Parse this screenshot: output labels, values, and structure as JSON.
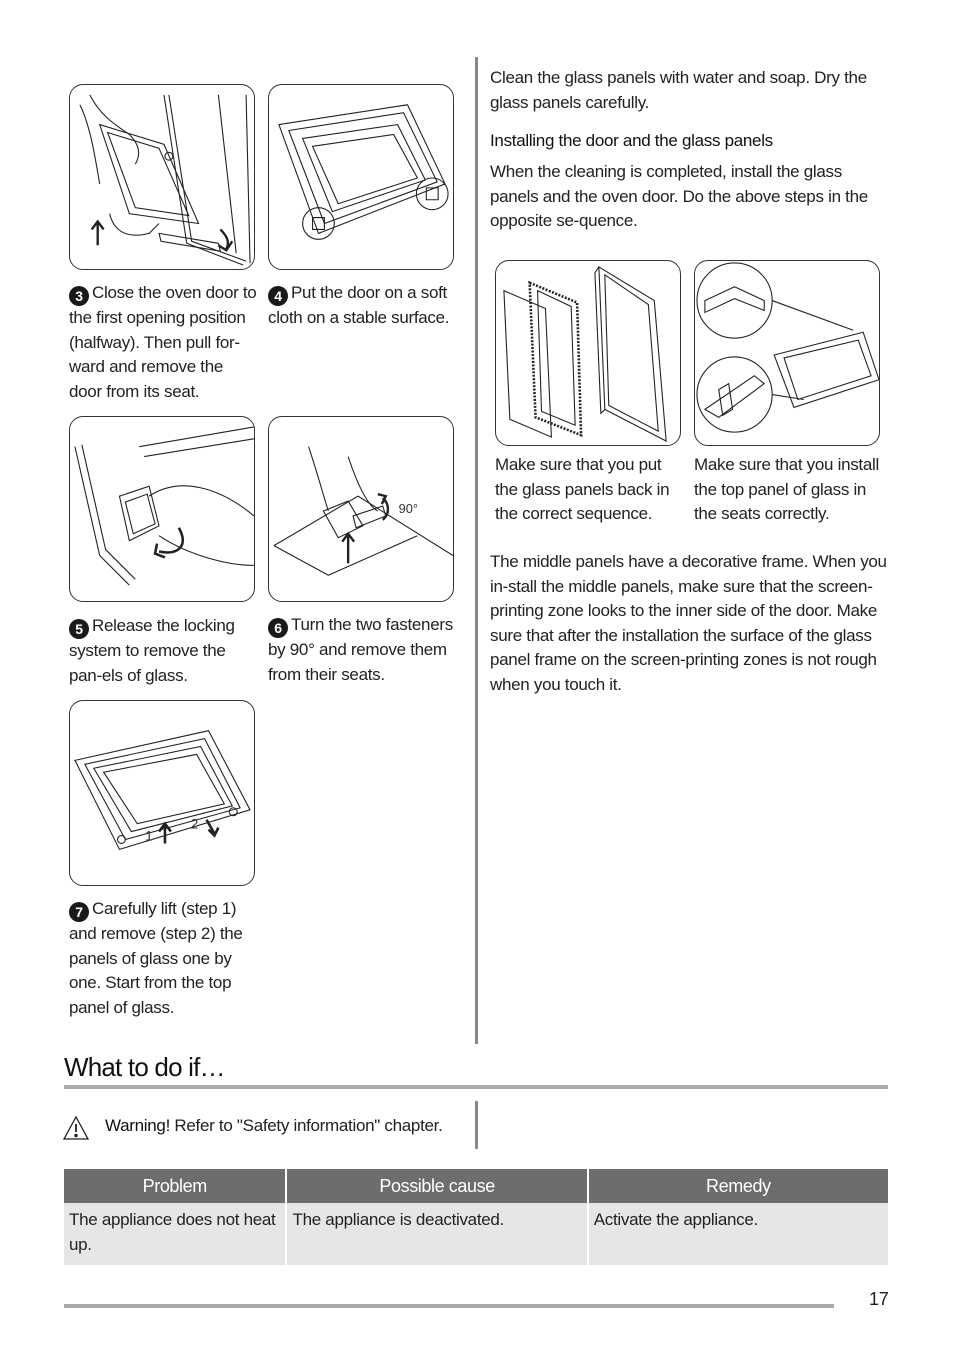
{
  "steps": {
    "s3": {
      "num": "3",
      "text": "Close the oven door to the first opening position (halfway). Then pull for-ward and remove the door from its seat."
    },
    "s4": {
      "num": "4",
      "text": "Put the door on a soft cloth on a stable surface."
    },
    "s5": {
      "num": "5",
      "text": "Release the locking system to remove the pan-els of glass."
    },
    "s6": {
      "num": "6",
      "text": "Turn the two fasteners by 90° and remove them from their seats.",
      "fig_label": "90°"
    },
    "s7": {
      "num": "7",
      "text": "Carefully lift (step 1) and remove (step 2) the panels of glass one by one. Start from the top panel of glass.",
      "fig_label_1": "1",
      "fig_label_2": "2"
    }
  },
  "right": {
    "intro": "Clean the glass panels with water and soap. Dry the glass panels carefully.",
    "subheading": "Installing the door and the glass panels",
    "install_text": "When the cleaning is completed, install the glass panels and the oven door. Do the above steps in the opposite se-quence.",
    "caption_a": "Make sure that you put the glass panels back in the correct sequence.",
    "caption_b": "Make sure that you install the top panel of glass in the seats correctly.",
    "middle_text": "The middle panels have a decorative frame. When you in-stall the middle panels, make sure that the screen-printing zone looks to the inner side of the door. Make sure that after the installation the surface of the glass panel frame on the screen-printing zones is not rough when you touch it."
  },
  "section": {
    "title": "What to do if…",
    "warning_label": "Warning!",
    "warning_text": " Refer to \"Safety information\" chapter."
  },
  "table": {
    "headers": [
      "Problem",
      "Possible cause",
      "Remedy"
    ],
    "rows": [
      [
        "The appliance does not heat up.",
        "The appliance is deactivated.",
        "Activate the appliance."
      ]
    ]
  },
  "page_number": "17"
}
